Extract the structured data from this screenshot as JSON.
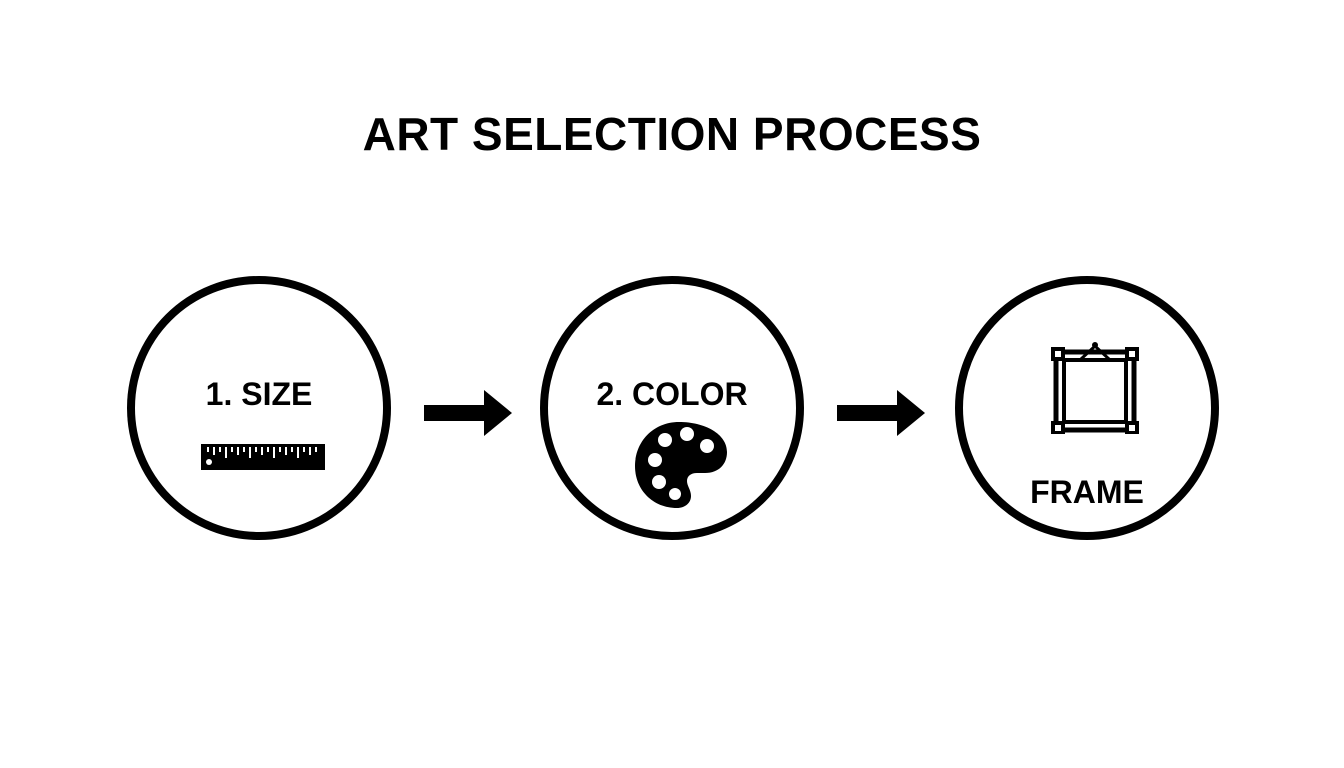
{
  "title": "ART SELECTION PROCESS",
  "steps": [
    {
      "label": "1. SIZE",
      "icon": "ruler-icon"
    },
    {
      "label": "2. COLOR",
      "icon": "palette-icon"
    },
    {
      "label": "FRAME",
      "icon": "picture-frame-icon"
    }
  ],
  "connectors": [
    "arrow-right-icon",
    "arrow-right-icon"
  ],
  "colors": {
    "foreground": "#000000",
    "background": "#ffffff"
  }
}
